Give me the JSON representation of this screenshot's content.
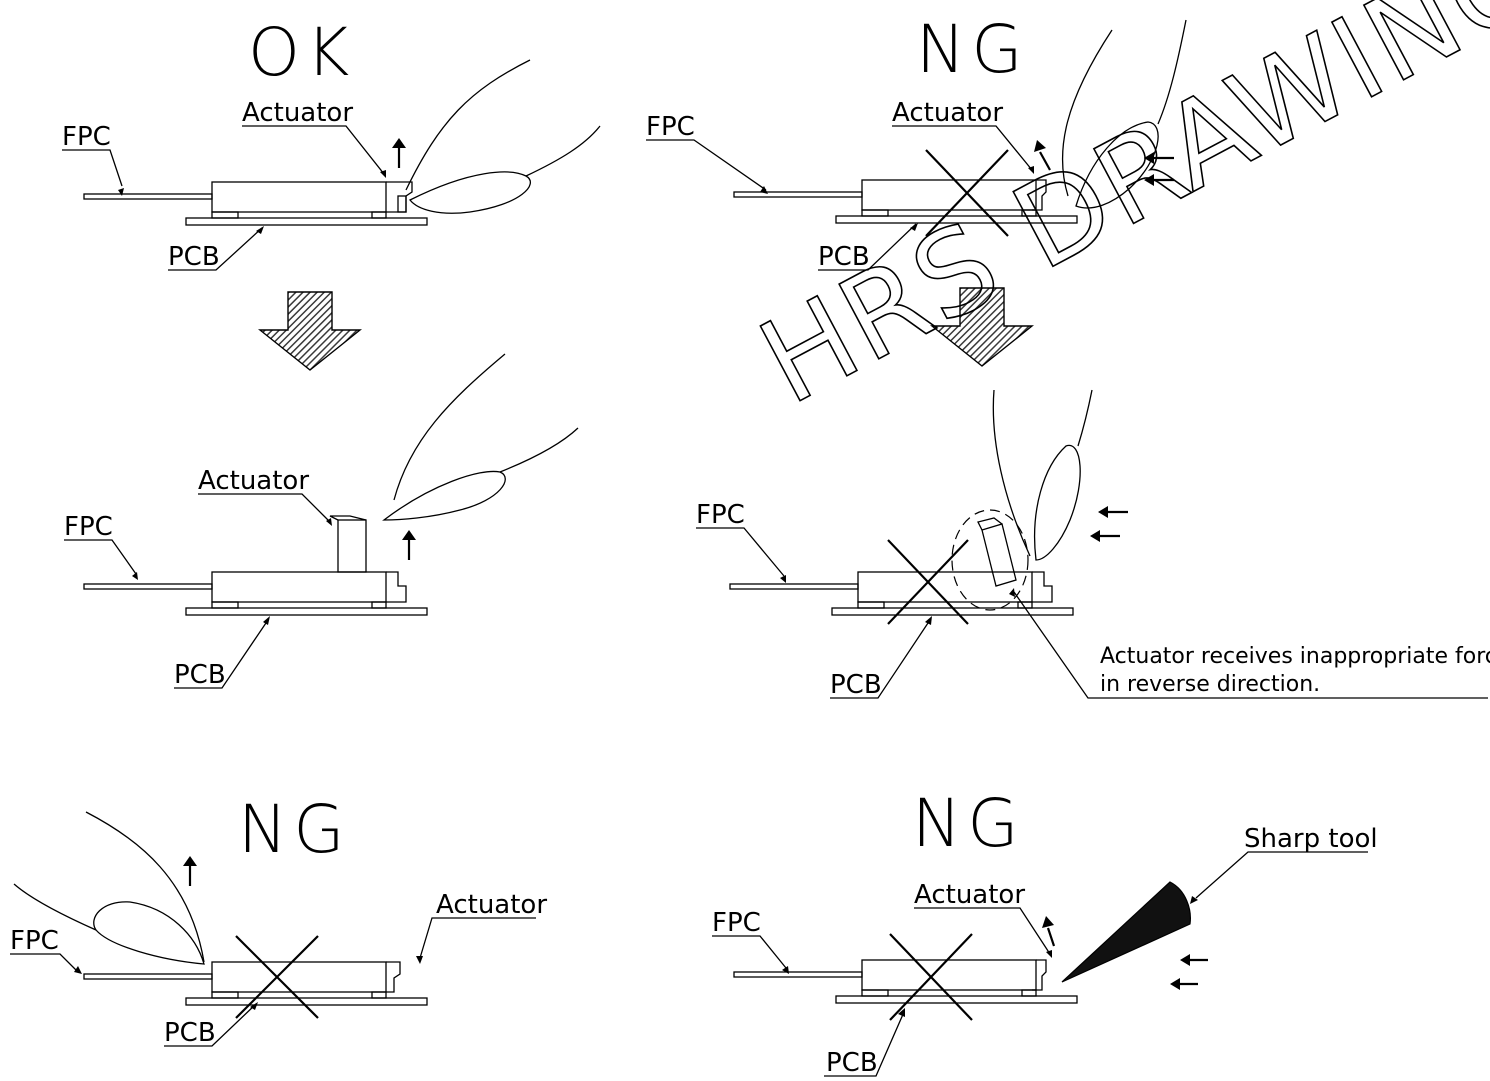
{
  "panels": {
    "ok": {
      "verdict": "OK",
      "labels": {
        "fpc": "FPC",
        "actuator": "Actuator",
        "pcb": "PCB"
      },
      "after": {
        "fpc": "FPC",
        "actuator": "Actuator",
        "pcb": "PCB"
      }
    },
    "ng_top": {
      "verdict": "NG",
      "labels": {
        "fpc": "FPC",
        "actuator": "Actuator",
        "pcb": "PCB"
      },
      "after": {
        "fpc": "FPC",
        "pcb": "PCB"
      },
      "note_line1": "Actuator receives inappropriate force",
      "note_line2": "in reverse direction."
    },
    "ng_bottom_left": {
      "verdict": "NG",
      "labels": {
        "fpc": "FPC",
        "actuator": "Actuator",
        "pcb": "PCB"
      }
    },
    "ng_bottom_right": {
      "verdict": "NG",
      "labels": {
        "fpc": "FPC",
        "actuator": "Actuator",
        "pcb": "PCB",
        "tool": "Sharp tool"
      }
    }
  },
  "watermark": "HRS DRAWING FOR",
  "colors": {
    "ink": "#000000",
    "background": "#ffffff",
    "hatch": "#4a4a4a"
  }
}
